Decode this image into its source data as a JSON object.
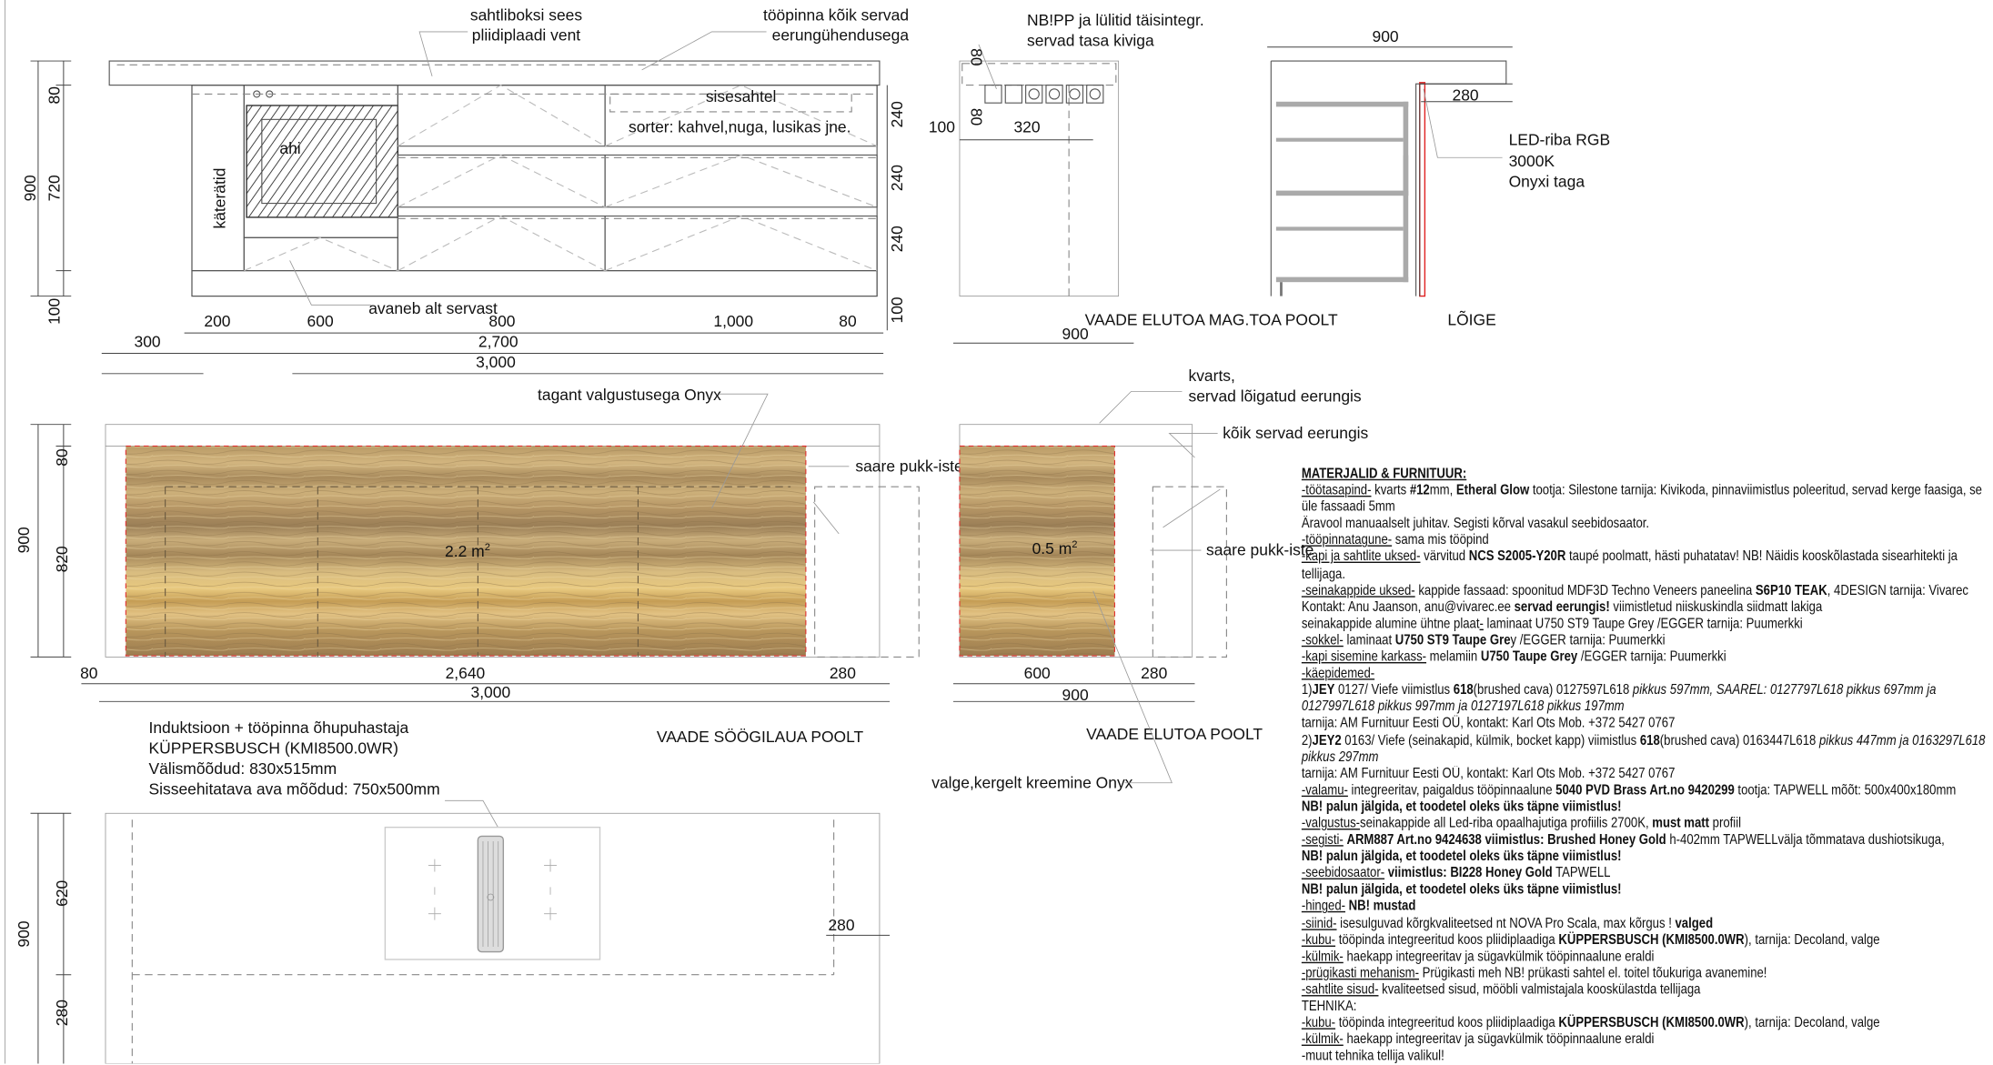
{
  "top_elevation": {
    "callout_vent": [
      "sahtliboksi sees",
      "pliidiplaadi vent"
    ],
    "callout_edges": [
      "tööpinna kõik servad",
      "eerungühendusega"
    ],
    "inner_drawer": "sisesahtel",
    "sorter": "sorter: kahvel,nuga, lusikas jne.",
    "oven": "ahi",
    "towels": "käterätid",
    "opens": "avaneb alt servast",
    "dims_left": {
      "total": "900",
      "top": "80",
      "mid": "720",
      "bottom": "100"
    },
    "dims_right": [
      "240",
      "240",
      "240",
      "100"
    ],
    "dims_row1": [
      "200",
      "600",
      "800",
      "1,000",
      "80"
    ],
    "dims_row2": [
      "300",
      "2,700"
    ],
    "dims_row3": "3,000"
  },
  "side_view": {
    "note": [
      "NB!PP ja lülitid täisintegr.",
      "servad tasa kiviga"
    ],
    "dims": {
      "a": "80",
      "b": "80",
      "c": "100",
      "d": "320",
      "width": "900"
    },
    "title": "VAADE ELUTOA MAG.TOA POOLT"
  },
  "section": {
    "width": "900",
    "overhang": "280",
    "led_note": [
      "LED-riba RGB",
      "3000K",
      "Onyxi taga"
    ],
    "title": "LÕIGE",
    "led_color": "#e02020"
  },
  "dining_view": {
    "backlit": "tagant valgustusega Onyx",
    "area": "2.2 m",
    "area_sup": "2",
    "stool": "saare pukk-iste",
    "dims_left": {
      "total": "900",
      "top": "80",
      "mid": "820"
    },
    "dims_bottom": [
      "80",
      "2,640",
      "280"
    ],
    "dims_total": "3,000",
    "title": "VAADE SÖÖGILAUA POOLT"
  },
  "living_view": {
    "quartz": [
      "kvarts,",
      "servad lõigatud eerungis"
    ],
    "edges": "kõik servad eerungis",
    "area": "0.5 m",
    "area_sup": "2",
    "stool": "saare pukk-iste",
    "dims_bottom": [
      "600",
      "280"
    ],
    "dims_total": "900",
    "title": "VAADE ELUTOA POOLT",
    "onyx_note": "valge,kergelt kreemine Onyx"
  },
  "plan_view": {
    "hob_note": [
      "Induktsioon + tööpinna õhupuhastaja",
      "KÜPPERSBUSCH (KMI8500.0WR)",
      "Välismõõdud: 830x515mm",
      "Sisseehitatava ava mõõdud: 750x500mm"
    ],
    "dims_left": {
      "total": "900",
      "top": "620",
      "bottom": "280"
    },
    "dim_right": "280"
  },
  "materials": [
    [
      [
        "MATERJALID & FURNITUUR:",
        "ub"
      ]
    ],
    [
      [
        "-töötasapind-",
        "u"
      ],
      [
        " kvarts  ",
        ""
      ],
      [
        "#12",
        "b"
      ],
      [
        "mm, ",
        ""
      ],
      [
        "Etheral Glow",
        "b"
      ],
      [
        " tootja: Silestone tarnija: Kivikoda,  pinnaviimistlus poleeritud, servad kerge faasiga, se",
        ""
      ]
    ],
    [
      [
        "üle fassaadi 5mm",
        ""
      ]
    ],
    [
      [
        "Äravool manuaalselt juhitav. Segisti kõrval vasakul seebidosaator.",
        ""
      ]
    ],
    [
      [
        "-tööpinnatagune-",
        "u"
      ],
      [
        " sama mis tööpind",
        ""
      ]
    ],
    [
      [
        "-kapi ja sahtlite uksed-",
        "u"
      ],
      [
        "  värvitud ",
        ""
      ],
      [
        "NCS S2005-Y20R",
        "b"
      ],
      [
        "  taupé poolmatt, hästi puhatatav!  NB! Näidis kooskõlastada sisearhitekti ja",
        ""
      ]
    ],
    [
      [
        "tellijaga.",
        ""
      ]
    ],
    [
      [
        "-seinakappide uksed-",
        "u"
      ],
      [
        "  kappide fassaad: spoonitud MDF3D Techno Veneers paneelina ",
        ""
      ],
      [
        "S6P10 TEAK",
        "b"
      ],
      [
        ", 4DESIGN tarnija: Vivarec",
        ""
      ]
    ],
    [
      [
        "Kontakt: Anu Jaanson, anu@vivarec.ee  ",
        ""
      ],
      [
        "servad eerungis!",
        "b"
      ],
      [
        " viimistletud niiskuskindla siidmatt lakiga",
        ""
      ]
    ],
    [
      [
        "seinakappide alumine ühtne plaat",
        ""
      ],
      [
        "-",
        "u"
      ],
      [
        "  laminaat U750 ST9 Taupe Grey /EGGER  tarnija: Puumerkki",
        ""
      ]
    ],
    [
      [
        "-sokkel-",
        "u"
      ],
      [
        " laminaat ",
        ""
      ],
      [
        "U750 ST9 Taupe Gre",
        "b"
      ],
      [
        "y /EGGER  tarnija: Puumerkki",
        ""
      ]
    ],
    [
      [
        "-kapi sisemine karkass-",
        "u"
      ],
      [
        " melamiin ",
        ""
      ],
      [
        "U750  Taupe Grey",
        "b"
      ],
      [
        " /EGGER  tarnija: Puumerkki",
        ""
      ]
    ],
    [
      [
        "-käepidemed-",
        "u"
      ]
    ],
    [
      [
        "1)",
        ""
      ],
      [
        "JEY",
        "b"
      ],
      [
        " 0127/ Viefe viimistlus ",
        ""
      ],
      [
        "618",
        "b"
      ],
      [
        "(brushed cava) 0127597L618 ",
        ""
      ],
      [
        "pikkus 597mm, SAAREL: 0127797L618 pikkus 697mm ja",
        "i"
      ]
    ],
    [
      [
        "0127997L618 pikkus 997mm ja 0127197L618 pikkus 197mm",
        "i"
      ]
    ],
    [
      [
        "tarnija: AM Furnituur Eesti OÜ, kontakt: Karl Ots Mob. +372 5427 0767",
        ""
      ]
    ],
    [
      [
        "2)",
        ""
      ],
      [
        "JEY2",
        "b"
      ],
      [
        "  0163/  Viefe (seinakapid, külmik, bocket kapp) viimistlus ",
        ""
      ],
      [
        "618",
        "b"
      ],
      [
        "(brushed cava) 0163447L618 ",
        ""
      ],
      [
        "pikkus 447mm ja 0163297L618",
        "i"
      ]
    ],
    [
      [
        "pikkus 297mm",
        "i"
      ]
    ],
    [
      [
        "tarnija: AM Furnituur Eesti OÜ, kontakt: Karl Ots Mob. +372 5427 0767",
        ""
      ]
    ],
    [
      [
        "-valamu-",
        "u"
      ],
      [
        "  integreeritav, paigaldus tööpinnaalune ",
        ""
      ],
      [
        "5040 PVD Brass  Art.no 9420299",
        "b"
      ],
      [
        " tootja: TAPWELL mõõt: 500x400x180mm",
        ""
      ]
    ],
    [
      [
        "NB! palun jälgida, et toodetel oleks üks täpne viimistlus!",
        "b"
      ]
    ],
    [
      [
        "-valgustus-",
        "u"
      ],
      [
        "seinakappide all  Led-riba opaalhajutiga profiilis 2700K, ",
        ""
      ],
      [
        "must matt",
        "b"
      ],
      [
        " profiil",
        ""
      ]
    ],
    [
      [
        "-segisti-",
        "u"
      ],
      [
        "  ",
        ""
      ],
      [
        "ARM887 Art.no 9424638 viimistlus: Brushed Honey Gold",
        "b"
      ],
      [
        " h-402mm TAPWELLvälja tõmmatava dushiotsikuga,",
        ""
      ]
    ],
    [
      [
        "NB! palun jälgida, et toodetel oleks üks täpne viimistlus!",
        "b"
      ]
    ],
    [
      [
        "-seebidosaator-",
        "u"
      ],
      [
        "  ",
        ""
      ],
      [
        "viimistlus: BI228 Honey Gold",
        "b"
      ],
      [
        "  TAPWELL",
        ""
      ]
    ],
    [
      [
        "NB! palun jälgida, et toodetel oleks üks täpne viimistlus!",
        "b"
      ]
    ],
    [
      [
        "-hinged-",
        "u"
      ],
      [
        " ",
        ""
      ],
      [
        "NB! mustad",
        "b"
      ]
    ],
    [
      [
        "-siinid-",
        "u"
      ],
      [
        " isesulguvad kõrgkvaliteetsed nt NOVA Pro  Scala, max kõrgus ! ",
        ""
      ],
      [
        "valged",
        "b"
      ]
    ],
    [
      [
        "-kubu-",
        "u"
      ],
      [
        " tööpinda integreeritud koos pliidiplaadiga  ",
        ""
      ],
      [
        "KÜPPERSBUSCH (KMI8500.0WR",
        "b"
      ],
      [
        "), tarnija: Decoland, valge",
        ""
      ]
    ],
    [
      [
        "-külmik-",
        "u"
      ],
      [
        " haekapp integreeritav ja sügavkülmik tööpinnaalune eraldi",
        ""
      ]
    ],
    [
      [
        "-prügikasti mehanism-",
        "u"
      ],
      [
        " Prügikasti meh  NB! prükasti sahtel el. toitel tõukuriga avanemine!",
        ""
      ]
    ],
    [
      [
        "-sahtlite sisud-",
        "u"
      ],
      [
        " kvaliteetsed sisud, mööbli valmistajala kooskülastda tellijaga",
        ""
      ]
    ],
    [
      [
        "TEHNIKA:",
        ""
      ]
    ],
    [
      [
        "-kubu-",
        "u"
      ],
      [
        " tööpinda integreeritud koos pliidiplaadiga  ",
        ""
      ],
      [
        "KÜPPERSBUSCH (KMI8500.0WR",
        "b"
      ],
      [
        "), tarnija: Decoland, valge",
        ""
      ]
    ],
    [
      [
        "-külmik-",
        "u"
      ],
      [
        " haekapp integreeritav ja sügavkülmik tööpinnaalune eraldi",
        ""
      ]
    ],
    [
      [
        "-muut tehnika tellija valikul!",
        ""
      ]
    ]
  ]
}
